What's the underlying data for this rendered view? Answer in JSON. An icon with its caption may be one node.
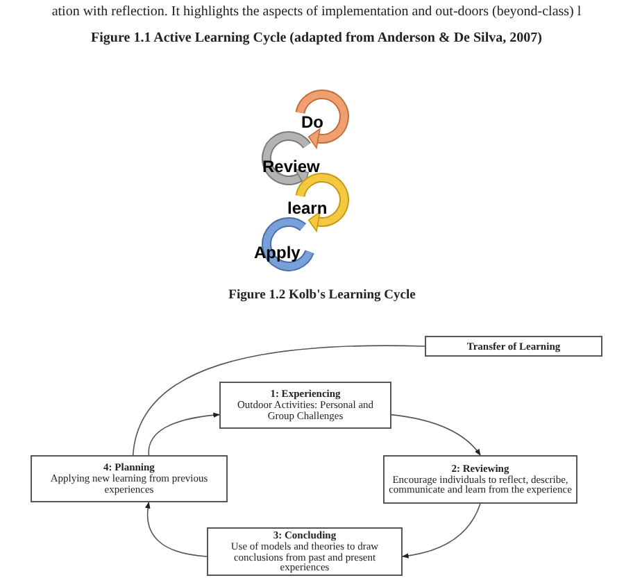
{
  "diagram": {
    "nodes": [
      {
        "text": [
          "Do"
        ]
      },
      {
        "text": [
          "Review"
        ]
      },
      {
        "text": [
          "learn"
        ]
      },
      {
        "text": [
          "Apply"
        ]
      },
      {
        "text": [
          "1: Experiencing",
          "Outdoor Activities: Personal and Group Challenges"
        ]
      },
      {
        "text": [
          "2: Reviewing",
          "Encourage individuals to reflect, describe, communicate and learn from the experience"
        ]
      },
      {
        "text": [
          "3: Concluding",
          "Use of models and theories to draw conclusions from past and present experiences"
        ]
      },
      {
        "text": [
          "4: Planning",
          "Applying new learning from previous experiences"
        ]
      },
      {
        "text": [
          "Transfer of Learning"
        ]
      }
    ],
    "edges": [
      {
        "from": 4,
        "to": 5,
        "arrow": "to"
      },
      {
        "from": 5,
        "to": 6,
        "arrow": "to"
      },
      {
        "from": 6,
        "to": 7,
        "arrow": "to"
      },
      {
        "from": 7,
        "to": 4,
        "arrow": "to"
      },
      {
        "from": 8,
        "to": 7,
        "arrow": "none"
      }
    ],
    "labels": [
      "ation with reflection. It highlights the aspects of implementation and out-doors (beyond-class) l",
      "Figure 1.1 Active Learning Cycle (adapted from Anderson & De Silva, 2007)",
      "Figure 1.2 Kolb's Learning Cycle"
    ]
  }
}
